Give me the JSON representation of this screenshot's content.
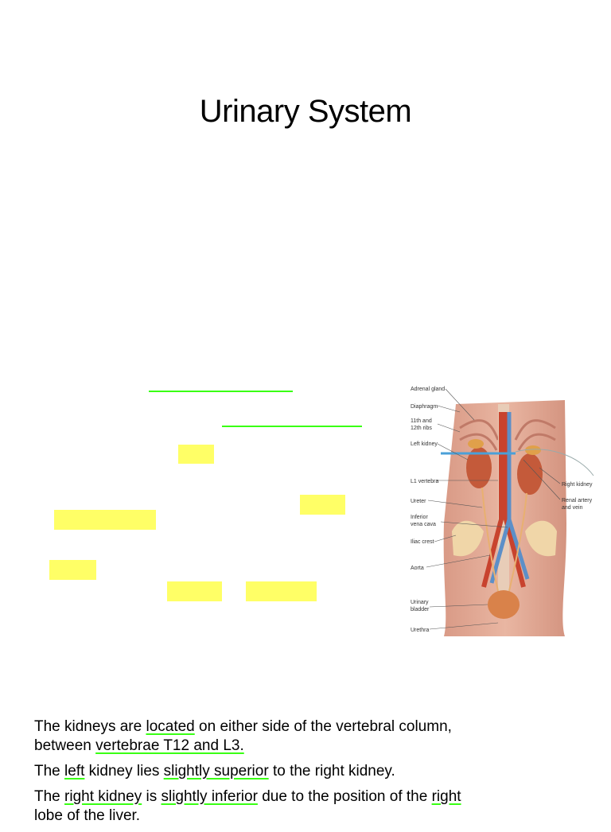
{
  "title": "Urinary System",
  "figure": {
    "labels_left": {
      "adrenal_gland": "Adrenal gland",
      "diaphragm": "Diaphragm",
      "ribs_line1": "11th and",
      "ribs_line2": "12th ribs",
      "left_kidney": "Left kidney",
      "l1_vertebra": "L1 vertebra",
      "ureter": "Ureter",
      "ivc_line1": "Inferior",
      "ivc_line2": "vena cava",
      "iliac_crest": "Iliac crest",
      "aorta": "Aorta",
      "bladder_line1": "Urinary",
      "bladder_line2": "bladder",
      "urethra": "Urethra"
    },
    "labels_right": {
      "right_kidney": "Right kidney",
      "renal_line1": "Renal artery",
      "renal_line2": "and vein"
    }
  },
  "paragraphs": {
    "p1": {
      "a": "The kidneys are ",
      "b": "located",
      "c": " on either side of the vertebral column,",
      "d": "between ",
      "e": "vertebrae T12 and L3."
    },
    "p2": {
      "a": "The ",
      "b": "left",
      "c": " kidney lies ",
      "d": "slightly superior",
      "e": " to the right kidney."
    },
    "p3": {
      "a": "The ",
      "b": "right kidney",
      "c": " is ",
      "d": "slightly inferior",
      "e": " due to the position of the ",
      "f": "right",
      "g": "lobe of the liver."
    }
  },
  "colors": {
    "underline": "#39ff14",
    "highlight": "#ffff66"
  }
}
